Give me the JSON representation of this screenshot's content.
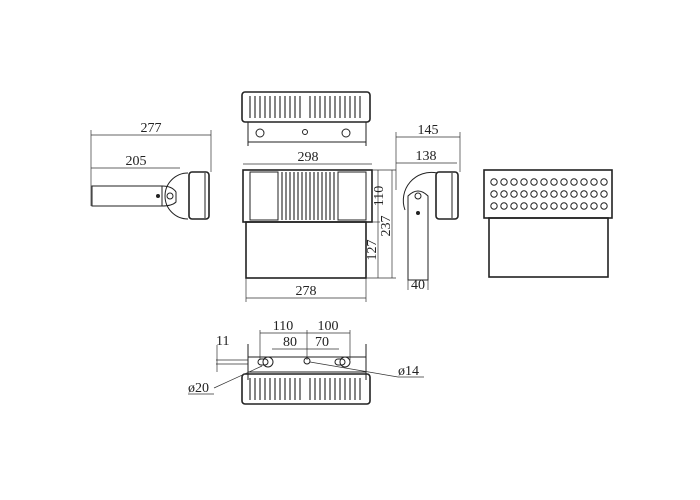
{
  "drawing": {
    "side_view": {
      "overall_length": "277",
      "arm_length": "205"
    },
    "top_view": {},
    "front_view": {
      "width_top": "298",
      "width_bottom": "278",
      "module_height": "110",
      "lower_height": "127",
      "total_height": "237"
    },
    "right_side_view": {
      "depth_overall": "145",
      "depth_housing": "138",
      "arm_width": "40"
    },
    "bottom_view": {
      "hole_spacing_left": "110",
      "hole_spacing_right": "100",
      "inner_left": "80",
      "inner_right": "70",
      "slot_height": "11",
      "slot_diameter": "ø20",
      "center_hole_diameter": "ø14"
    }
  },
  "colors": {
    "line": "#222222",
    "background": "#ffffff"
  }
}
